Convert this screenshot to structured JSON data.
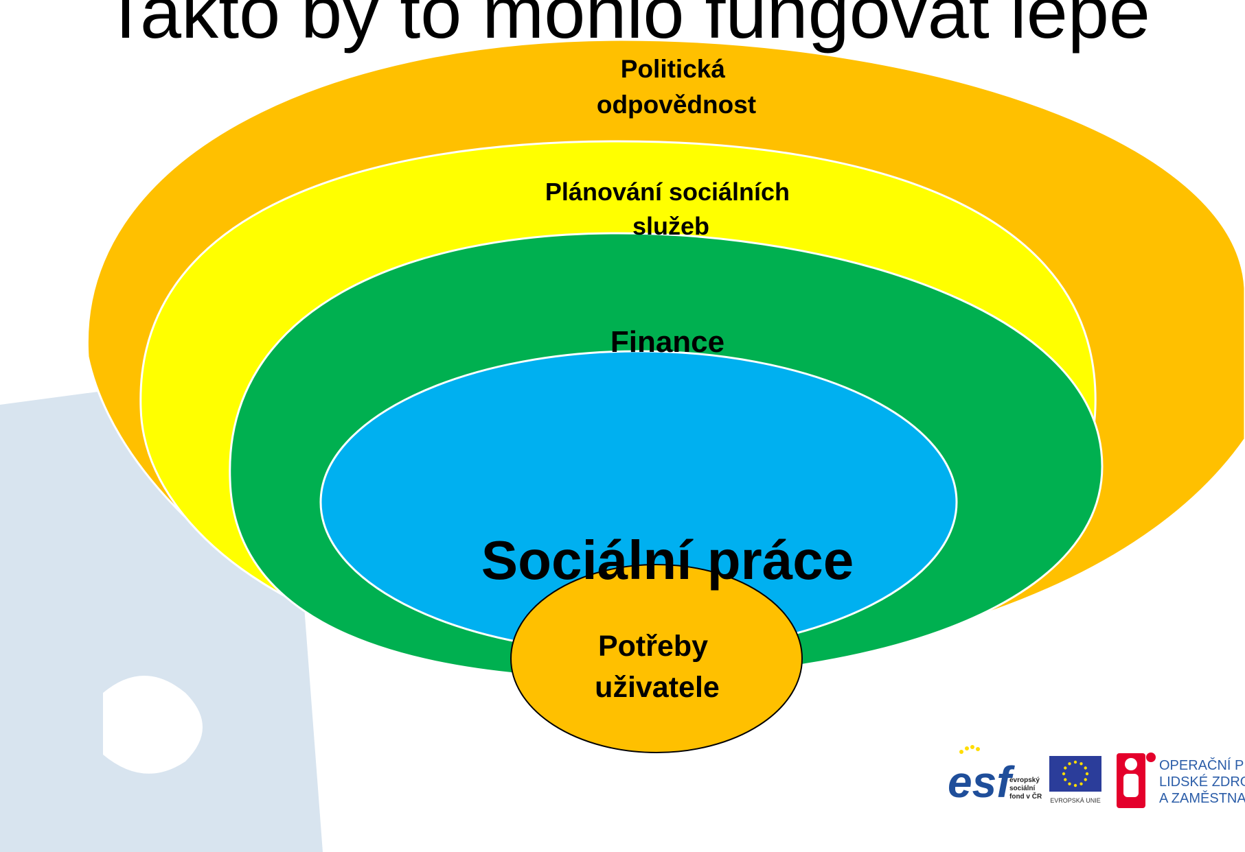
{
  "slide": {
    "title": "Takto by to mohlo fungovat lépe"
  },
  "diagram": {
    "layers": [
      {
        "label_lines": [
          "Politická",
          "odpovědnost"
        ],
        "color": "#FFC000"
      },
      {
        "label_lines": [
          "Plánování sociálních",
          "služeb"
        ],
        "color": "#FFFF00"
      },
      {
        "label_lines": [
          "Finance"
        ],
        "color": "#00B050"
      },
      {
        "label_lines": [
          "Sociální práce"
        ],
        "color": "#00B0F0"
      }
    ],
    "core": {
      "label_lines": [
        "Potřeby",
        "uživatele"
      ],
      "color": "#FFC000"
    }
  },
  "footer_logos": {
    "esf": {
      "wordmark": "esf",
      "lines": [
        "evropský",
        "sociální",
        "fond v ČR"
      ]
    },
    "eu": {
      "caption": "EVROPSKÁ UNIE"
    },
    "op": {
      "lines": [
        "OPERAČNÍ PRO",
        "LIDSKÉ ZDROJ",
        "A ZAMĚSTNAN"
      ]
    }
  },
  "colors": {
    "puzzle_watermark": "#D8E4EF",
    "eu_blue": "#2B3D9A",
    "eu_stars": "#FFDD00",
    "op_red": "#E4002B",
    "esf_blue": "#1F4E9A"
  }
}
